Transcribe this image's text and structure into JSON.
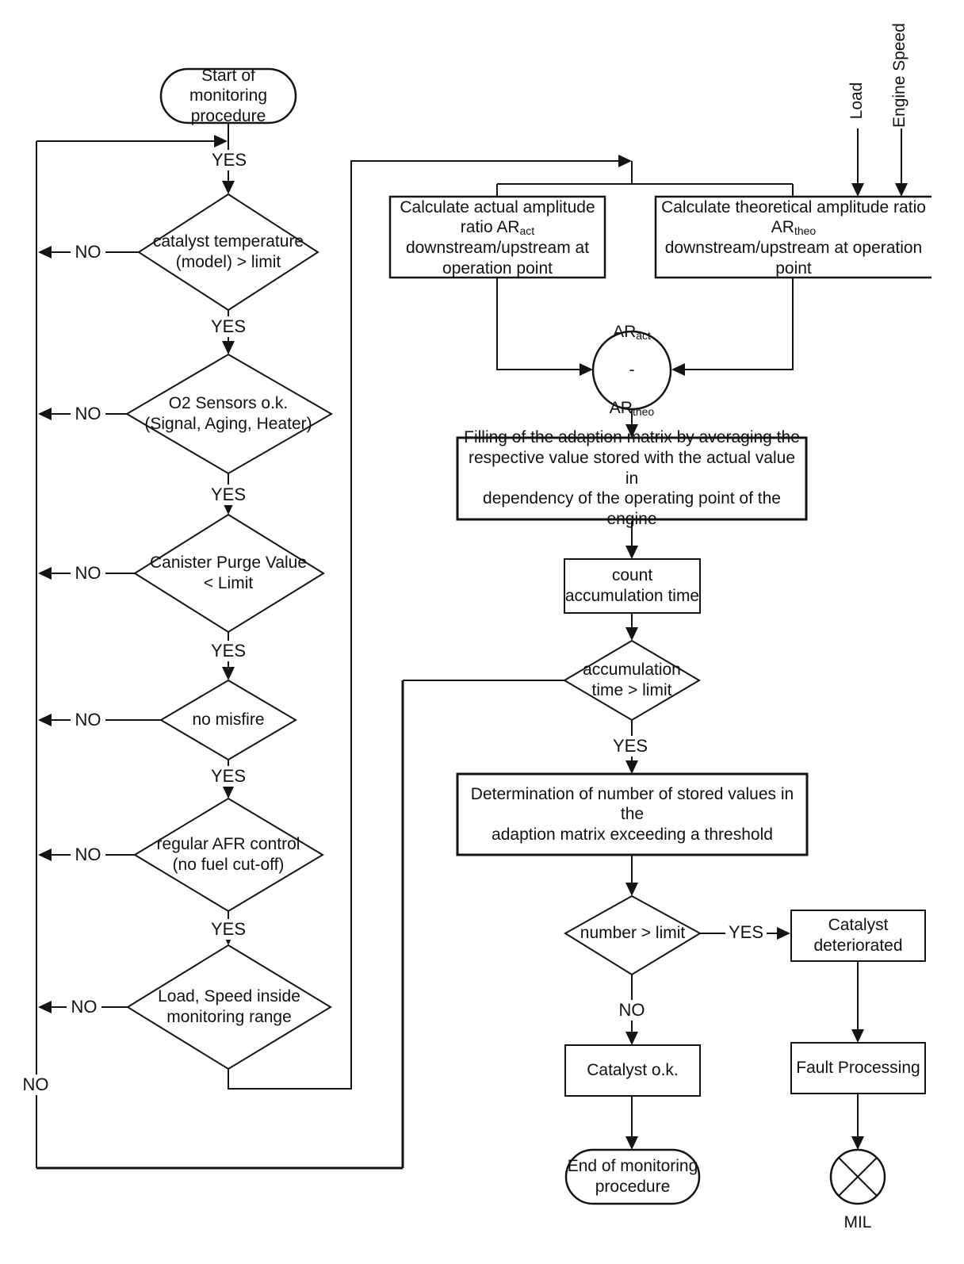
{
  "colors": {
    "line": "#141414",
    "background": "#ffffff"
  },
  "labels": {
    "yes": "YES",
    "no": "NO"
  },
  "inputs": {
    "load": "Load",
    "engine_speed": "Engine Speed"
  },
  "nodes": {
    "start": "Start of monitoring\nprocedure",
    "catalyst_temp": "catalyst temperature\n(model) > limit",
    "o2_sensors": "O2 Sensors o.k.\n(Signal, Aging, Heater)",
    "canister_purge": "Canister Purge Value\n< Limit",
    "no_misfire": "no misfire",
    "afr_control": "regular AFR control\n(no fuel cut-off)",
    "load_speed": "Load, Speed inside\nmonitoring range",
    "calc_actual": {
      "pre": "Calculate actual amplitude\nratio AR",
      "sub": "act",
      "post": "\ndownstream/upstream at\noperation point"
    },
    "calc_theoretical": {
      "pre": "Calculate theoretical amplitude ratio\nAR",
      "sub": "theo",
      "post": "\ndownstream/upstream at operation\npoint"
    },
    "difference": {
      "term1": "AR",
      "term1_sub": "act",
      "operator": "-",
      "term2": "AR",
      "term2_sub": "theo"
    },
    "filling": "Filling of the adaption matrix by averaging the\nrespective value stored with the actual value in\ndependency of the operating point of the engine",
    "count_time": "count\naccumulation time",
    "accumulation": "accumulation\ntime > limit",
    "determination": "Determination of number of stored values in the\nadaption matrix exceeding a threshold",
    "number_limit": "number > limit",
    "catalyst_deteriorated": "Catalyst\ndeteriorated",
    "catalyst_ok": "Catalyst o.k.",
    "fault_processing": "Fault Processing",
    "end": "End of monitoring\nprocedure",
    "mil": "MIL"
  }
}
